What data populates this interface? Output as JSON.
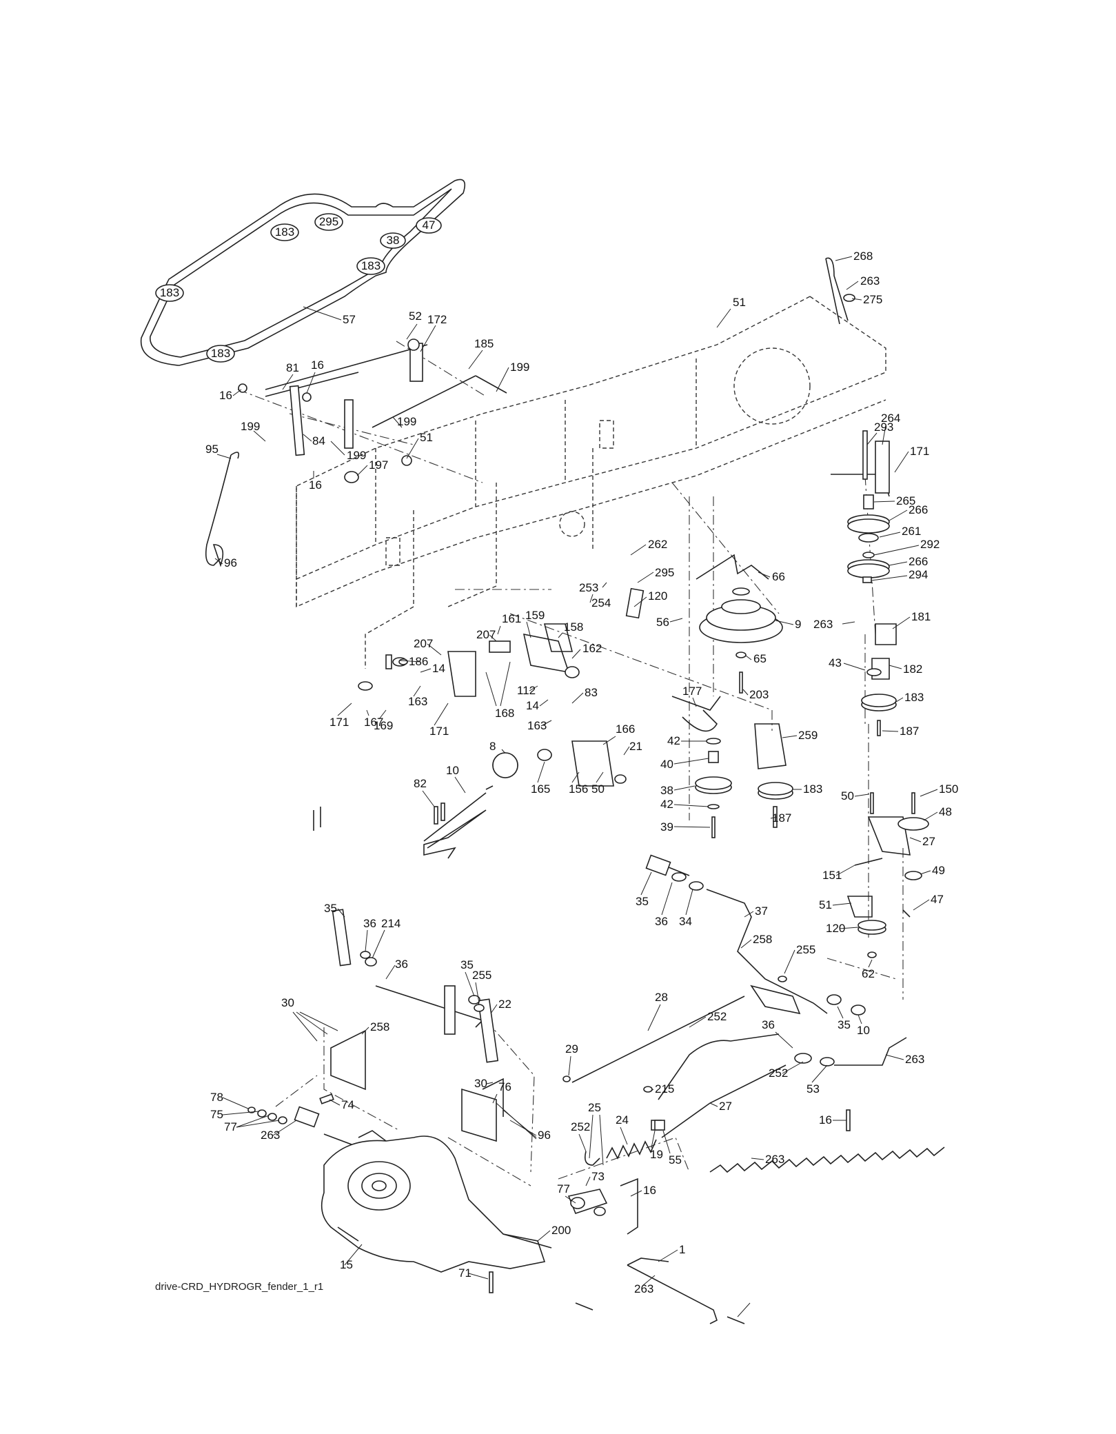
{
  "diagram": {
    "drawing_code": "drive-CRD_HYDROGR_fender_1_r1",
    "belt_badges": [
      "183",
      "295",
      "47",
      "183",
      "38",
      "183",
      "183"
    ],
    "callouts": [
      {
        "id": "c57",
        "text": "57"
      },
      {
        "id": "c52",
        "text": "52"
      },
      {
        "id": "c172",
        "text": "172"
      },
      {
        "id": "c185",
        "text": "185"
      },
      {
        "id": "c199a",
        "text": "199"
      },
      {
        "id": "c81",
        "text": "81"
      },
      {
        "id": "c16a",
        "text": "16"
      },
      {
        "id": "c16b",
        "text": "16"
      },
      {
        "id": "c199b",
        "text": "199"
      },
      {
        "id": "c51a",
        "text": "51"
      },
      {
        "id": "c199c",
        "text": "199"
      },
      {
        "id": "c84",
        "text": "84"
      },
      {
        "id": "c199d",
        "text": "199"
      },
      {
        "id": "c197",
        "text": "197"
      },
      {
        "id": "c16c",
        "text": "16"
      },
      {
        "id": "c95",
        "text": "95"
      },
      {
        "id": "c96a",
        "text": "96"
      },
      {
        "id": "c51b",
        "text": "51"
      },
      {
        "id": "c268",
        "text": "268"
      },
      {
        "id": "c263a",
        "text": "263"
      },
      {
        "id": "c275",
        "text": "275"
      },
      {
        "id": "c293",
        "text": "293"
      },
      {
        "id": "c264",
        "text": "264"
      },
      {
        "id": "c171a",
        "text": "171"
      },
      {
        "id": "c265",
        "text": "265"
      },
      {
        "id": "c266a",
        "text": "266"
      },
      {
        "id": "c261",
        "text": "261"
      },
      {
        "id": "c292",
        "text": "292"
      },
      {
        "id": "c266b",
        "text": "266"
      },
      {
        "id": "c294",
        "text": "294"
      },
      {
        "id": "c262",
        "text": "262"
      },
      {
        "id": "c295",
        "text": "295"
      },
      {
        "id": "c120a",
        "text": "120"
      },
      {
        "id": "c66",
        "text": "66"
      },
      {
        "id": "c253",
        "text": "253"
      },
      {
        "id": "c254",
        "text": "254"
      },
      {
        "id": "c56",
        "text": "56"
      },
      {
        "id": "c9",
        "text": "9"
      },
      {
        "id": "c263b",
        "text": "263"
      },
      {
        "id": "c181",
        "text": "181"
      },
      {
        "id": "c65",
        "text": "65"
      },
      {
        "id": "c43",
        "text": "43"
      },
      {
        "id": "c182",
        "text": "182"
      },
      {
        "id": "c183a",
        "text": "183"
      },
      {
        "id": "c187a",
        "text": "187"
      },
      {
        "id": "c203",
        "text": "203"
      },
      {
        "id": "c177",
        "text": "177"
      },
      {
        "id": "c259",
        "text": "259"
      },
      {
        "id": "c42a",
        "text": "42"
      },
      {
        "id": "c40",
        "text": "40"
      },
      {
        "id": "c38",
        "text": "38"
      },
      {
        "id": "c42b",
        "text": "42"
      },
      {
        "id": "c39",
        "text": "39"
      },
      {
        "id": "c183b",
        "text": "183"
      },
      {
        "id": "c187b",
        "text": "187"
      },
      {
        "id": "c161",
        "text": "161"
      },
      {
        "id": "c159",
        "text": "159"
      },
      {
        "id": "c158",
        "text": "158"
      },
      {
        "id": "c207a",
        "text": "207"
      },
      {
        "id": "c207b",
        "text": "207"
      },
      {
        "id": "c186",
        "text": "186"
      },
      {
        "id": "c14a",
        "text": "14"
      },
      {
        "id": "c162",
        "text": "162"
      },
      {
        "id": "c112",
        "text": "112"
      },
      {
        "id": "c14b",
        "text": "14"
      },
      {
        "id": "c83",
        "text": "83"
      },
      {
        "id": "c163a",
        "text": "163"
      },
      {
        "id": "c163b",
        "text": "163"
      },
      {
        "id": "c169",
        "text": "169"
      },
      {
        "id": "c171b",
        "text": "171"
      },
      {
        "id": "c167",
        "text": "167"
      },
      {
        "id": "c171c",
        "text": "171"
      },
      {
        "id": "c168",
        "text": "168"
      },
      {
        "id": "c166",
        "text": "166"
      },
      {
        "id": "c21",
        "text": "21"
      },
      {
        "id": "c8",
        "text": "8"
      },
      {
        "id": "c10a",
        "text": "10"
      },
      {
        "id": "c82",
        "text": "82"
      },
      {
        "id": "c165",
        "text": "165"
      },
      {
        "id": "c156",
        "text": "156"
      },
      {
        "id": "c50a",
        "text": "50"
      },
      {
        "id": "c50b",
        "text": "50"
      },
      {
        "id": "c150",
        "text": "150"
      },
      {
        "id": "c48",
        "text": "48"
      },
      {
        "id": "c27a",
        "text": "27"
      },
      {
        "id": "c151",
        "text": "151"
      },
      {
        "id": "c49",
        "text": "49"
      },
      {
        "id": "c51c",
        "text": "51"
      },
      {
        "id": "c47",
        "text": "47"
      },
      {
        "id": "c120b",
        "text": "120"
      },
      {
        "id": "c62",
        "text": "62"
      },
      {
        "id": "c35a",
        "text": "35"
      },
      {
        "id": "c36a",
        "text": "36"
      },
      {
        "id": "c34",
        "text": "34"
      },
      {
        "id": "c37",
        "text": "37"
      },
      {
        "id": "c258a",
        "text": "258"
      },
      {
        "id": "c255a",
        "text": "255"
      },
      {
        "id": "c35b",
        "text": "35"
      },
      {
        "id": "c36b",
        "text": "36"
      },
      {
        "id": "c214",
        "text": "214"
      },
      {
        "id": "c36c",
        "text": "36"
      },
      {
        "id": "c35c",
        "text": "35"
      },
      {
        "id": "c255b",
        "text": "255"
      },
      {
        "id": "c22",
        "text": "22"
      },
      {
        "id": "c28",
        "text": "28"
      },
      {
        "id": "c252a",
        "text": "252"
      },
      {
        "id": "c36d",
        "text": "36"
      },
      {
        "id": "c35d",
        "text": "35"
      },
      {
        "id": "c10b",
        "text": "10"
      },
      {
        "id": "c252b",
        "text": "252"
      },
      {
        "id": "c53",
        "text": "53"
      },
      {
        "id": "c263c",
        "text": "263"
      },
      {
        "id": "c30a",
        "text": "30"
      },
      {
        "id": "c258b",
        "text": "258"
      },
      {
        "id": "c29",
        "text": "29"
      },
      {
        "id": "c215",
        "text": "215"
      },
      {
        "id": "c27b",
        "text": "27"
      },
      {
        "id": "c16d",
        "text": "16"
      },
      {
        "id": "c30b",
        "text": "30"
      },
      {
        "id": "c76",
        "text": "76"
      },
      {
        "id": "c78",
        "text": "78"
      },
      {
        "id": "c75",
        "text": "75"
      },
      {
        "id": "c77a",
        "text": "77"
      },
      {
        "id": "c74",
        "text": "74"
      },
      {
        "id": "c263d",
        "text": "263"
      },
      {
        "id": "c96b",
        "text": "96"
      },
      {
        "id": "c252c",
        "text": "252"
      },
      {
        "id": "c25",
        "text": "25"
      },
      {
        "id": "c24",
        "text": "24"
      },
      {
        "id": "c19",
        "text": "19"
      },
      {
        "id": "c55",
        "text": "55"
      },
      {
        "id": "c263e",
        "text": "263"
      },
      {
        "id": "c73",
        "text": "73"
      },
      {
        "id": "c16e",
        "text": "16"
      },
      {
        "id": "c77b",
        "text": "77"
      },
      {
        "id": "c200",
        "text": "200"
      },
      {
        "id": "c1",
        "text": "1"
      },
      {
        "id": "c15",
        "text": "15"
      },
      {
        "id": "c71",
        "text": "71"
      },
      {
        "id": "c263f",
        "text": "263"
      }
    ]
  }
}
